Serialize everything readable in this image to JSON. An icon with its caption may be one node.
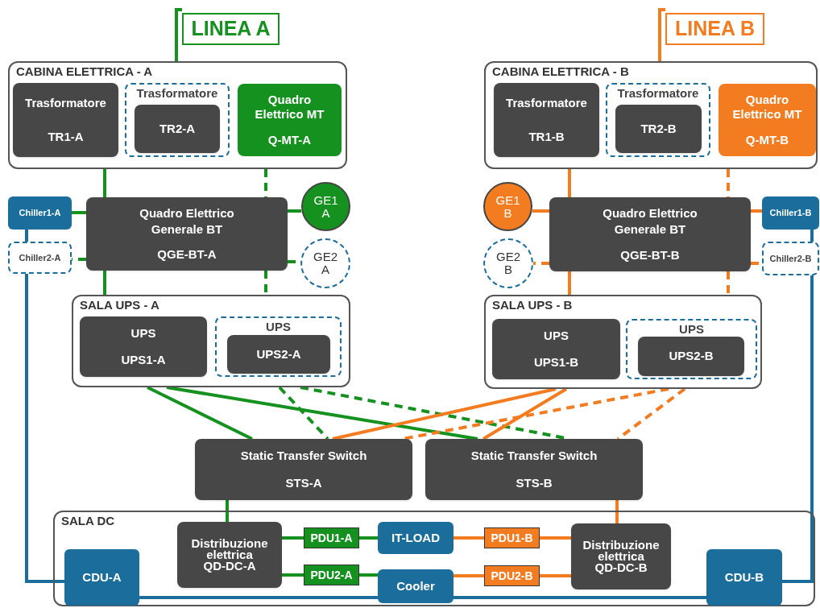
{
  "diagram": {
    "nodes": [
      {
        "text": [
          "LINEA A"
        ]
      },
      {
        "text": [
          "CABINA ELETTRICA - A"
        ]
      },
      {
        "text": [
          "Trasformatore",
          "TR1-A"
        ],
        "in": 1
      },
      {
        "text": [
          "Trasformatore"
        ],
        "in": 1
      },
      {
        "text": [
          "TR2-A"
        ],
        "in": 3
      },
      {
        "text": [
          "Quadro Elettrico MT",
          "Q-MT-A"
        ],
        "in": 1
      },
      {
        "text": [
          "Chiller1-A"
        ]
      },
      {
        "text": [
          "Chiller2-A"
        ]
      },
      {
        "text": [
          "Quadro Elettrico Generale BT",
          "QGE-BT-A"
        ]
      },
      {
        "text": [
          "GE1 A"
        ]
      },
      {
        "text": [
          "GE2 A"
        ]
      },
      {
        "text": [
          "SALA UPS - A"
        ]
      },
      {
        "text": [
          "UPS",
          "UPS1-A"
        ],
        "in": 11
      },
      {
        "text": [
          "UPS"
        ],
        "in": 11
      },
      {
        "text": [
          "UPS2-A"
        ],
        "in": 13
      },
      {
        "text": [
          "LINEA B"
        ]
      },
      {
        "text": [
          "CABINA ELETTRICA - B"
        ]
      },
      {
        "text": [
          "Trasformatore",
          "TR1-B"
        ],
        "in": 16
      },
      {
        "text": [
          "Trasformatore"
        ],
        "in": 16
      },
      {
        "text": [
          "TR2-B"
        ],
        "in": 18
      },
      {
        "text": [
          "Quadro Elettrico MT",
          "Q-MT-B"
        ],
        "in": 16
      },
      {
        "text": [
          "GE1 B"
        ]
      },
      {
        "text": [
          "GE2 B"
        ]
      },
      {
        "text": [
          "Quadro Elettrico Generale BT",
          "QGE-BT-B"
        ]
      },
      {
        "text": [
          "Chiller1-B"
        ]
      },
      {
        "text": [
          "Chiller2-B"
        ]
      },
      {
        "text": [
          "SALA UPS - B"
        ]
      },
      {
        "text": [
          "UPS",
          "UPS1-B"
        ],
        "in": 26
      },
      {
        "text": [
          "UPS"
        ],
        "in": 26
      },
      {
        "text": [
          "UPS2-B"
        ],
        "in": 28
      },
      {
        "text": [
          "Static Transfer Switch",
          "STS-A"
        ]
      },
      {
        "text": [
          "Static Transfer Switch",
          "STS-B"
        ]
      },
      {
        "text": [
          "SALA DC"
        ]
      },
      {
        "text": [
          "CDU-A"
        ],
        "in": 32
      },
      {
        "text": [
          "Distribuzione elettrica",
          "QD-DC-A"
        ],
        "in": 32
      },
      {
        "text": [
          "PDU1-A"
        ],
        "in": 32
      },
      {
        "text": [
          "PDU2-A"
        ],
        "in": 32
      },
      {
        "text": [
          "IT-LOAD"
        ],
        "in": 32
      },
      {
        "text": [
          "Cooler"
        ],
        "in": 32
      },
      {
        "text": [
          "PDU1-B"
        ],
        "in": 32
      },
      {
        "text": [
          "PDU2-B"
        ],
        "in": 32
      },
      {
        "text": [
          "Distribuzione elettrica",
          "QD-DC-B"
        ],
        "in": 32
      },
      {
        "text": [
          "CDU-B"
        ],
        "in": 32
      }
    ],
    "edges": [
      {
        "from": 0,
        "to": 1,
        "arrow": "none",
        "color": "#15911f"
      },
      {
        "from": 1,
        "to": 8,
        "arrow": "none",
        "color": "#15911f"
      },
      {
        "from": 1,
        "to": 8,
        "arrow": "none",
        "style": "dashed",
        "color": "#15911f"
      },
      {
        "from": 8,
        "to": 6,
        "arrow": "none",
        "color": "#15911f"
      },
      {
        "from": 8,
        "to": 7,
        "arrow": "none",
        "style": "dashed",
        "color": "#15911f"
      },
      {
        "from": 8,
        "to": 9,
        "arrow": "none",
        "color": "#15911f"
      },
      {
        "from": 8,
        "to": 10,
        "arrow": "none",
        "style": "dashed",
        "color": "#15911f"
      },
      {
        "from": 6,
        "to": 7,
        "arrow": "none",
        "color": "#1b6e9c"
      },
      {
        "from": 7,
        "to": 33,
        "arrow": "none",
        "color": "#1b6e9c"
      },
      {
        "from": 8,
        "to": 11,
        "arrow": "none",
        "color": "#15911f"
      },
      {
        "from": 8,
        "to": 11,
        "arrow": "none",
        "style": "dashed",
        "color": "#15911f"
      },
      {
        "from": 11,
        "to": 30,
        "arrow": "none",
        "color": "#15911f"
      },
      {
        "from": 11,
        "to": 31,
        "arrow": "none",
        "color": "#15911f"
      },
      {
        "from": 11,
        "to": 30,
        "arrow": "none",
        "style": "dashed",
        "color": "#15911f"
      },
      {
        "from": 11,
        "to": 31,
        "arrow": "none",
        "style": "dashed",
        "color": "#15911f"
      },
      {
        "from": 15,
        "to": 16,
        "arrow": "none",
        "color": "#f47c20"
      },
      {
        "from": 16,
        "to": 23,
        "arrow": "none",
        "color": "#f47c20"
      },
      {
        "from": 16,
        "to": 23,
        "arrow": "none",
        "style": "dashed",
        "color": "#f47c20"
      },
      {
        "from": 23,
        "to": 21,
        "arrow": "none",
        "color": "#f47c20"
      },
      {
        "from": 23,
        "to": 22,
        "arrow": "none",
        "style": "dashed",
        "color": "#f47c20"
      },
      {
        "from": 23,
        "to": 24,
        "arrow": "none",
        "color": "#f47c20"
      },
      {
        "from": 23,
        "to": 25,
        "arrow": "none",
        "style": "dashed",
        "color": "#f47c20"
      },
      {
        "from": 24,
        "to": 25,
        "arrow": "none",
        "color": "#1b6e9c"
      },
      {
        "from": 25,
        "to": 42,
        "arrow": "none",
        "color": "#1b6e9c"
      },
      {
        "from": 23,
        "to": 26,
        "arrow": "none",
        "color": "#f47c20"
      },
      {
        "from": 23,
        "to": 26,
        "arrow": "none",
        "style": "dashed",
        "color": "#f47c20"
      },
      {
        "from": 26,
        "to": 30,
        "arrow": "none",
        "color": "#f47c20"
      },
      {
        "from": 26,
        "to": 31,
        "arrow": "none",
        "color": "#f47c20"
      },
      {
        "from": 26,
        "to": 30,
        "arrow": "none",
        "style": "dashed",
        "color": "#f47c20"
      },
      {
        "from": 26,
        "to": 31,
        "arrow": "none",
        "style": "dashed",
        "color": "#f47c20"
      },
      {
        "from": 30,
        "to": 34,
        "arrow": "none",
        "color": "#15911f"
      },
      {
        "from": 31,
        "to": 41,
        "arrow": "none",
        "color": "#f47c20"
      },
      {
        "from": 34,
        "to": 35,
        "arrow": "none",
        "color": "#15911f"
      },
      {
        "from": 35,
        "to": 37,
        "arrow": "none",
        "color": "#15911f"
      },
      {
        "from": 34,
        "to": 36,
        "arrow": "none",
        "color": "#15911f"
      },
      {
        "from": 36,
        "to": 38,
        "arrow": "none",
        "color": "#15911f"
      },
      {
        "from": 37,
        "to": 39,
        "arrow": "none",
        "color": "#f47c20"
      },
      {
        "from": 39,
        "to": 41,
        "arrow": "none",
        "color": "#f47c20"
      },
      {
        "from": 38,
        "to": 40,
        "arrow": "none",
        "color": "#f47c20"
      },
      {
        "from": 40,
        "to": 41,
        "arrow": "none",
        "color": "#f47c20"
      },
      {
        "from": 33,
        "to": 38,
        "arrow": "none",
        "color": "#1b6e9c"
      },
      {
        "from": 38,
        "to": 42,
        "arrow": "none",
        "color": "#1b6e9c"
      }
    ]
  }
}
